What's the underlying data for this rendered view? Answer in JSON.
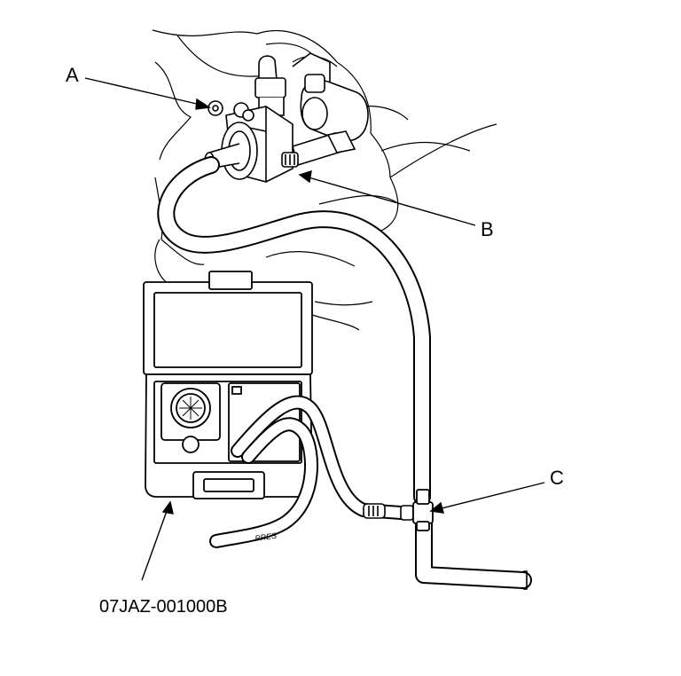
{
  "figure": {
    "callouts": [
      {
        "id": "A",
        "label": "A"
      },
      {
        "id": "B",
        "label": "B"
      },
      {
        "id": "C",
        "label": "C"
      }
    ],
    "tool_part_number": "07JAZ-001000B",
    "hose_marking": "PRES"
  }
}
